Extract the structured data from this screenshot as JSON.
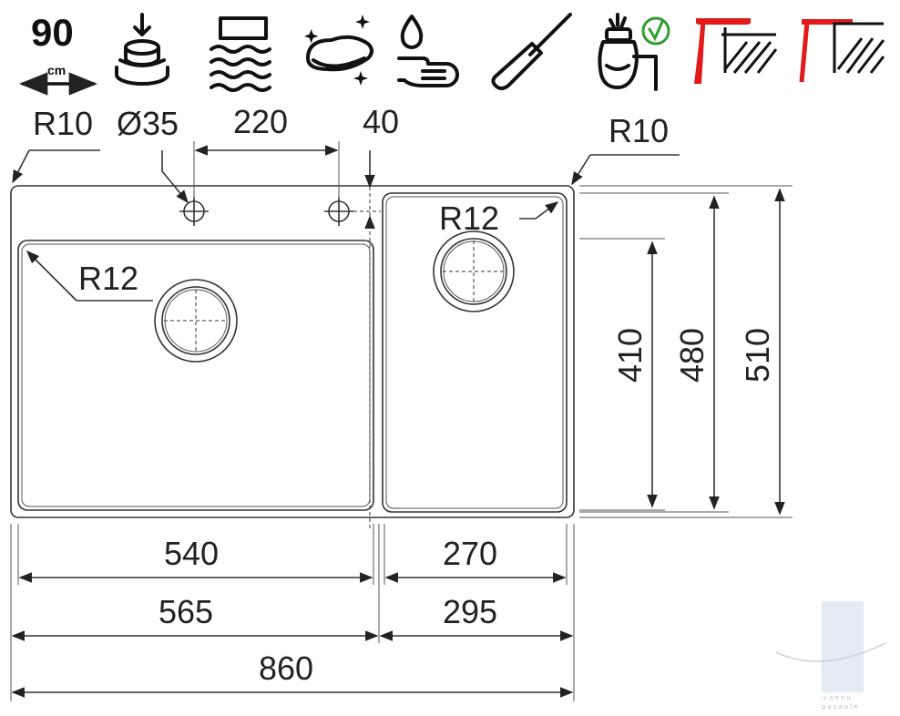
{
  "icons": {
    "cabinet_width_value": "90",
    "cabinet_width_unit": "cm",
    "names": [
      "cabinet-width-icon",
      "stacked-dishes-icon",
      "tray-water-icon",
      "sponge-clean-icon",
      "hand-drop-icon",
      "screwdriver-icon",
      "waste-disposer-icon",
      "flush-mount-icon",
      "undermount-icon"
    ],
    "accent_color": "#e21a1a",
    "check_color": "#2f9e2f"
  },
  "labels": {
    "r10_left": "R10",
    "tap_hole": "Ø35",
    "tap_spacing": "220",
    "offset_40": "40",
    "r10_right": "R10",
    "r12_left": "R12",
    "r12_right": "R12",
    "depth_410": "410",
    "depth_480": "480",
    "depth_510": "510",
    "width_540": "540",
    "width_270": "270",
    "width_565": "565",
    "width_295": "295",
    "width_860": "860"
  },
  "watermark": {
    "line1": "vannu",
    "line2": "pasaule"
  }
}
